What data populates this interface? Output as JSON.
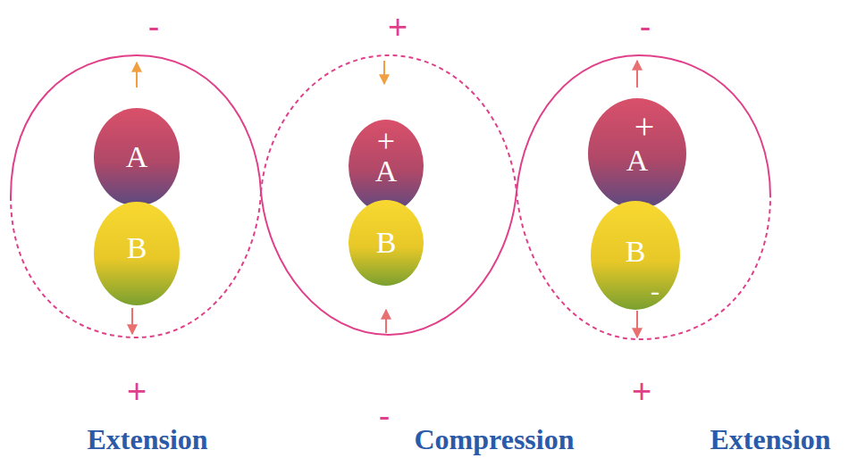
{
  "diagram": {
    "nodes": [
      {
        "text": [
          "A"
        ]
      },
      {
        "text": [
          "B"
        ]
      },
      {
        "text": [
          "+",
          "A"
        ]
      },
      {
        "text": [
          "B"
        ]
      },
      {
        "text": [
          "+",
          "A"
        ]
      },
      {
        "text": [
          "B",
          "-"
        ]
      }
    ],
    "labels": [
      "-",
      "+",
      "-",
      "+",
      "-",
      "+",
      "Extension",
      "Compression",
      "Extension"
    ]
  }
}
